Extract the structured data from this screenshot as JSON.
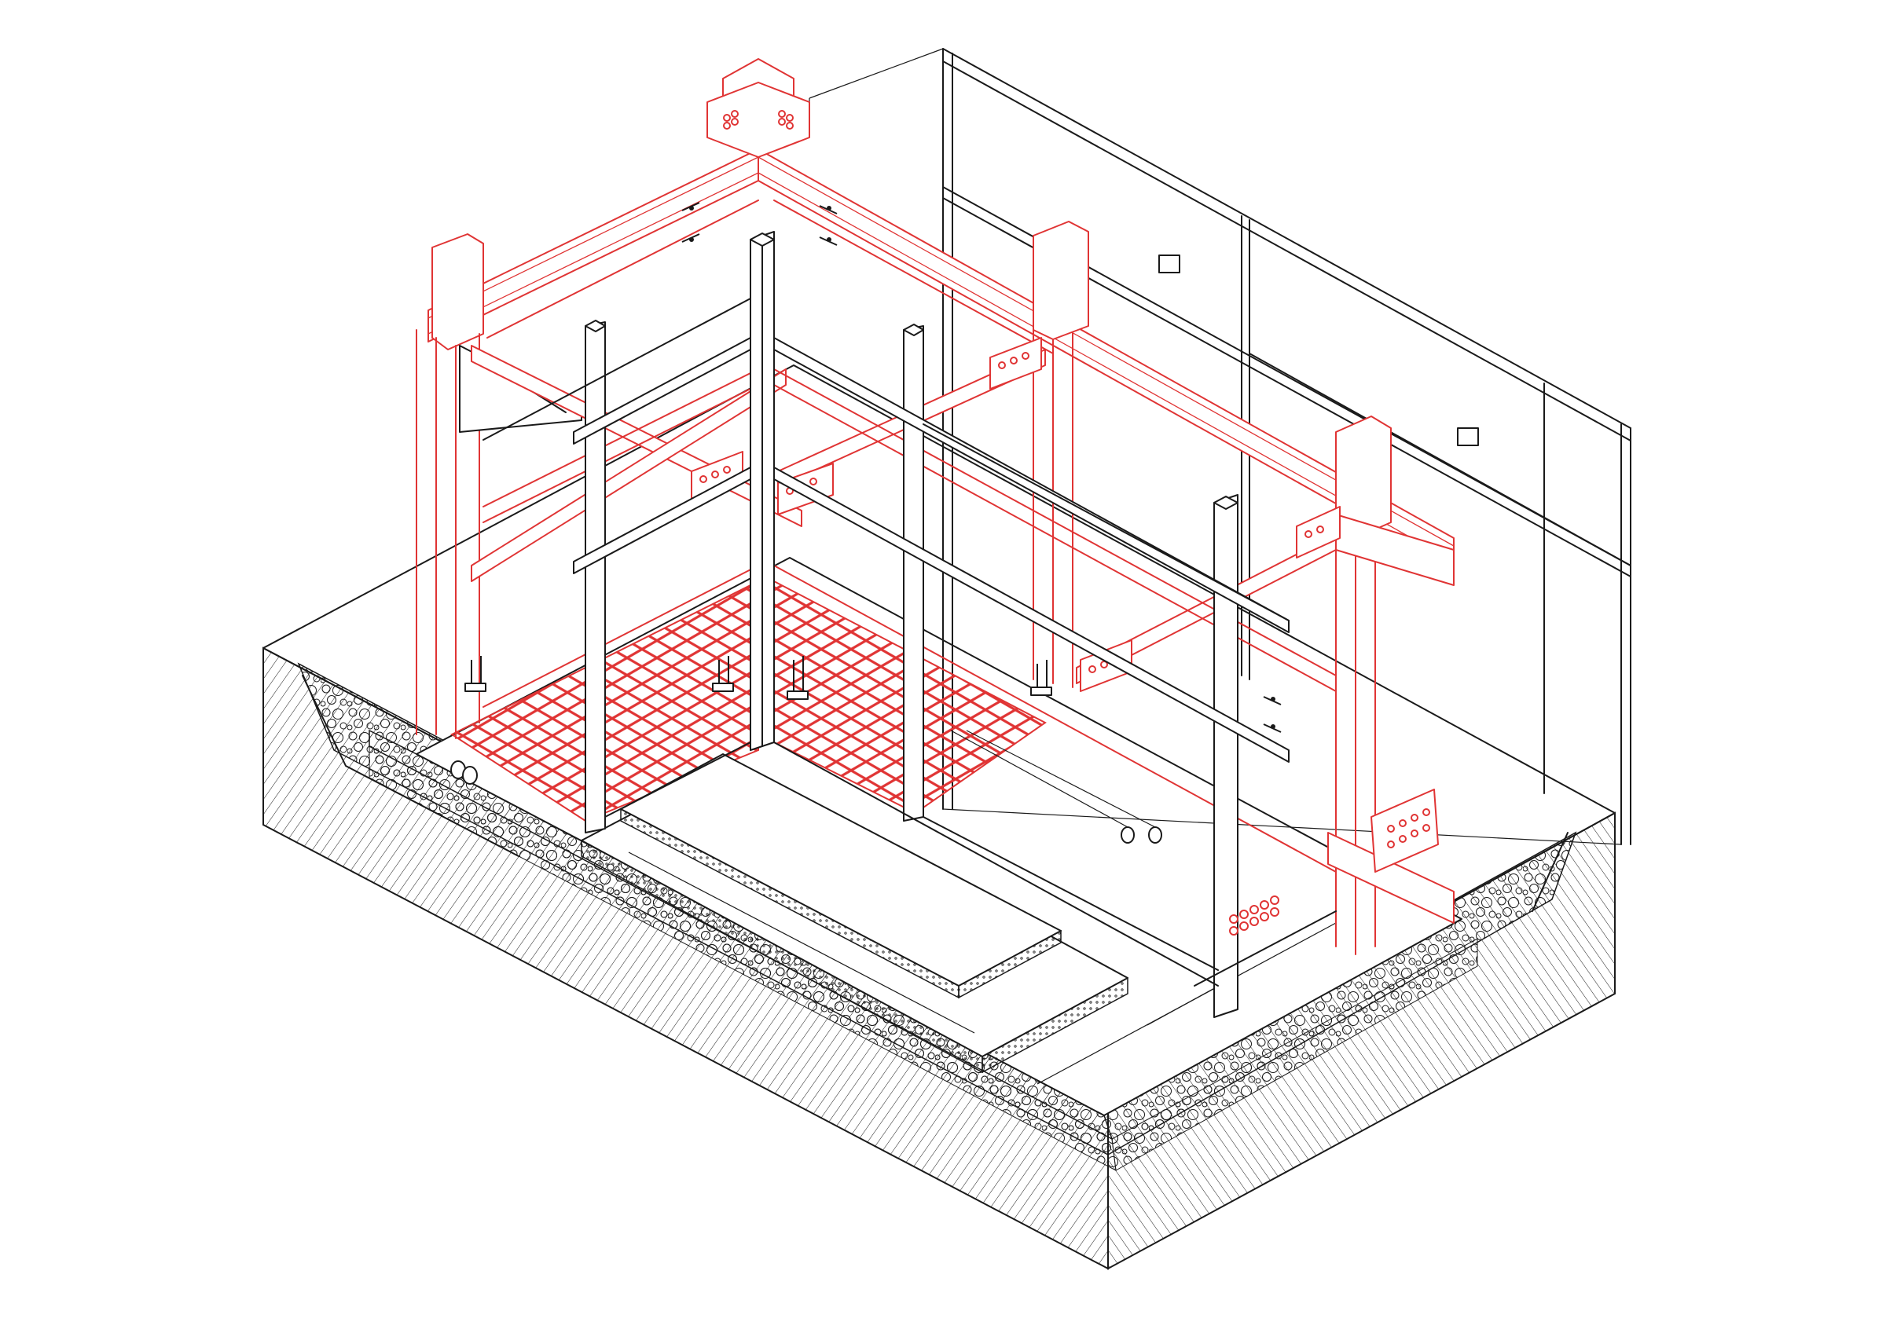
{
  "drawing": {
    "kind": "axonometric-structural-detail",
    "line_colors": {
      "existing_structure": "#1a1a1a",
      "new_steel_frame": "#e03434",
      "background": "#ffffff"
    },
    "components": [
      "concrete-foundation-pit",
      "gravel-sub-base",
      "stepped-floor-slabs",
      "red-steel-grating-floor",
      "red-steel-h-beam-frame",
      "red-diagonal-bracing",
      "black-rhs-posts-and-rails",
      "rear-glazed-wall-frame",
      "bolted-gusset-plates",
      "anchor-bolts",
      "service-pipes"
    ]
  }
}
